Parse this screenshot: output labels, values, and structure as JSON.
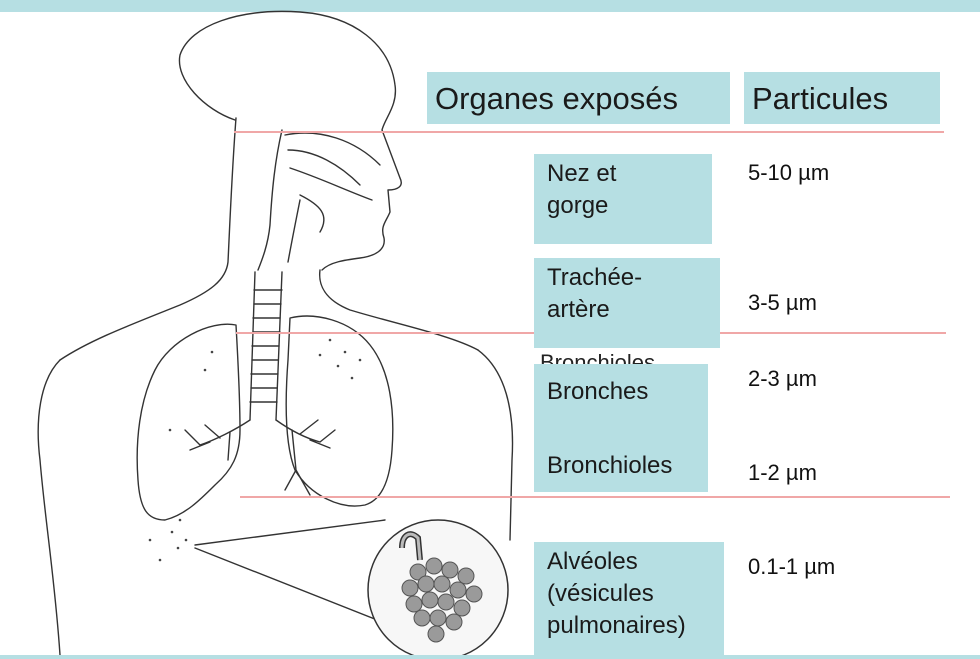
{
  "colors": {
    "accent": "#b6dfe3",
    "separator": "#f0a7a7",
    "outline": "#333333"
  },
  "headers": {
    "organs": "Organes exposés",
    "particles": "Particules"
  },
  "organs": [
    {
      "label_lines": [
        "Nez et",
        "gorge"
      ],
      "size": "5-10 µm"
    },
    {
      "label_lines": [
        "Trachée-",
        "artère"
      ],
      "size": "3-5 µm"
    },
    {
      "label_lines": [
        "Bronches"
      ],
      "size": "2-3 µm"
    },
    {
      "label_lines": [
        "Bronchioles"
      ],
      "size": "1-2 µm"
    },
    {
      "label_lines": [
        "Alvéoles",
        "(vésicules",
        "pulmonaires)"
      ],
      "size": "0.1-1 µm"
    }
  ],
  "overlapped_text": "Bronchioles"
}
